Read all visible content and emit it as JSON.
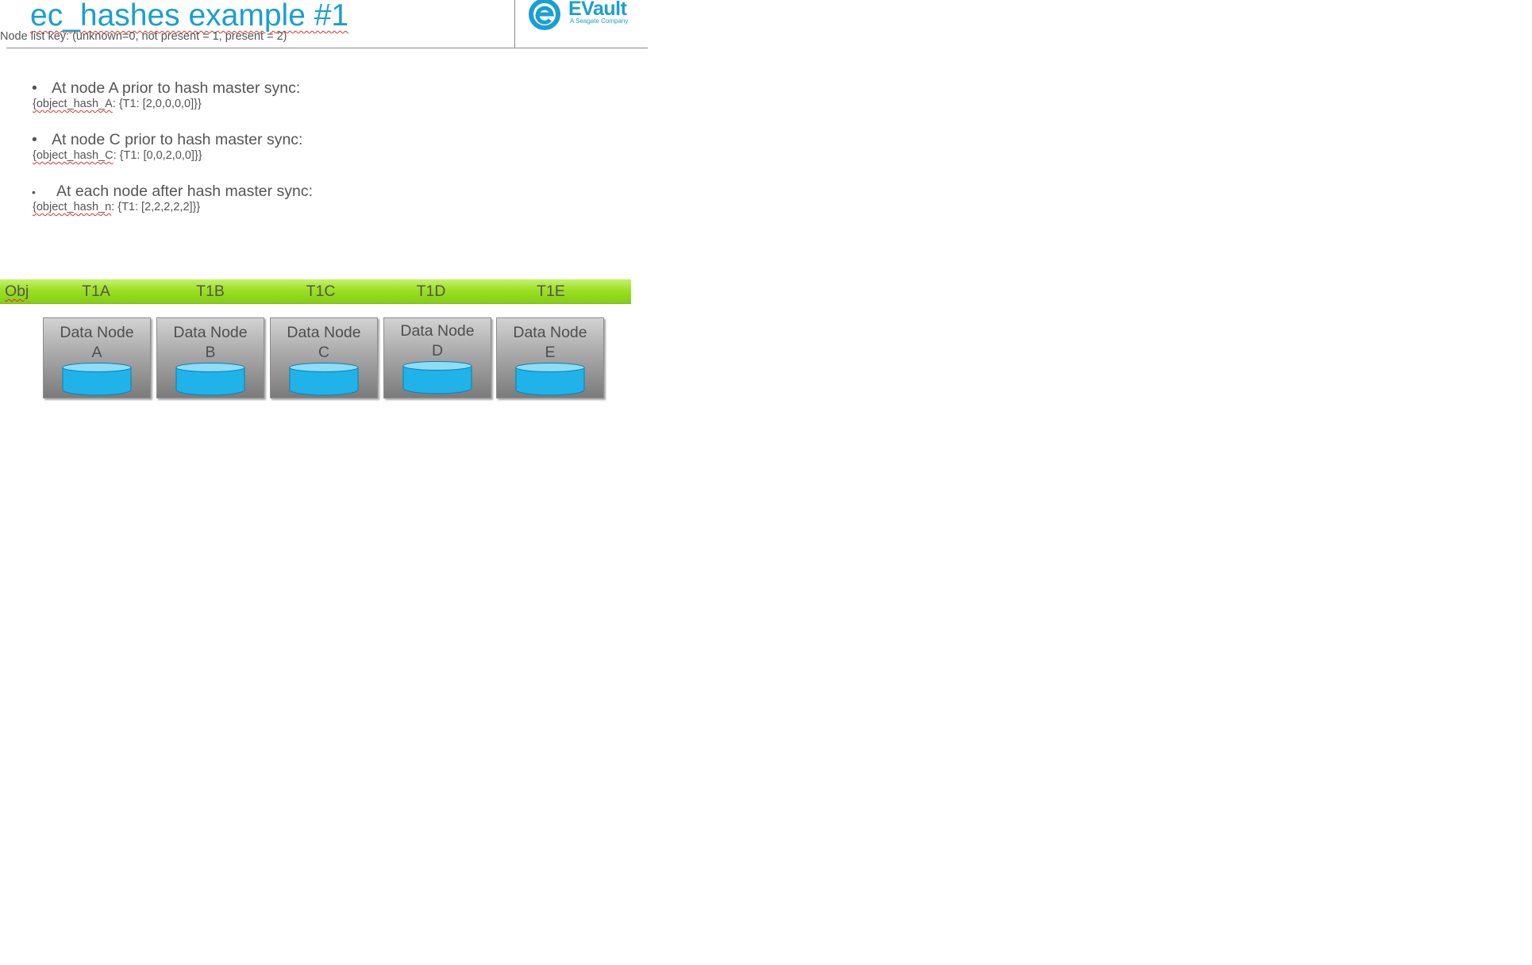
{
  "header": {
    "title": "ec_hashes example #1",
    "subtitle": "Node list key: (unknown=0, not present = 1, present = 2)",
    "logo_name": "EVault",
    "logo_tagline": "A Seagate Company",
    "accent_color": "#1a9fd0"
  },
  "bullets": [
    {
      "marker": "•",
      "text": "At node A prior to hash master sync:",
      "hash_name": "{object_hash_A",
      "hash_value": ":  {T1:  [2,0,0,0,0]}}"
    },
    {
      "marker": "•",
      "text": "At node C prior to hash master sync:",
      "hash_name": "{object_hash_C",
      "hash_value": ":  {T1:  [0,0,2,0,0]}}"
    },
    {
      "marker": "•",
      "text": "At each node after hash master sync:",
      "hash_name": "{object_hash_n",
      "hash_value": ":  {T1:  [2,2,2,2,2]}}"
    }
  ],
  "object_bar": {
    "label": "Obj",
    "columns": [
      "T1A",
      "T1B",
      "T1C",
      "T1D",
      "T1E"
    ],
    "color": "#9be024"
  },
  "nodes": [
    {
      "line1": "Data Node",
      "line2": "A"
    },
    {
      "line1": "Data Node",
      "line2": "B"
    },
    {
      "line1": "Data Node",
      "line2": "C"
    },
    {
      "line1": "Data Node",
      "line2": "D"
    },
    {
      "line1": "Data Node",
      "line2": "E"
    }
  ],
  "disk_color": "#1fb3ea"
}
